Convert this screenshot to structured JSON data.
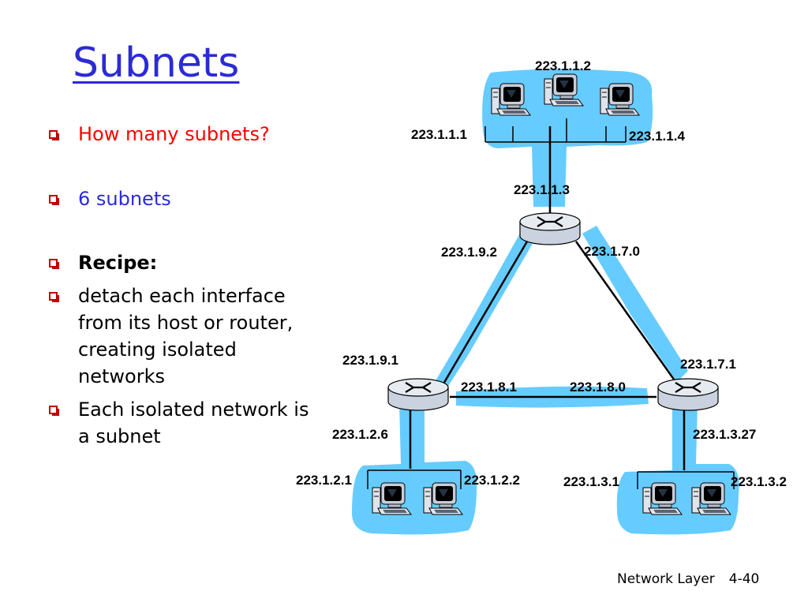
{
  "title": "Subnets",
  "bullets": [
    {
      "text": "How many subnets?"
    },
    {
      "text": "6 subnets"
    },
    {
      "text": "Recipe:"
    },
    {
      "text": "detach each interface from its host or router, creating isolated networks"
    },
    {
      "text": "Each isolated network is a subnet"
    }
  ],
  "diagram": {
    "labels": {
      "top_host_center": "223.1.1.2",
      "top_host_left": "223.1.1.1",
      "top_host_right": "223.1.1.4",
      "top_router": "223.1.1.3",
      "top_router_left": "223.1.9.2",
      "top_router_right": "223.1.7.0",
      "left_router_up": "223.1.9.1",
      "right_router_up": "223.1.7.1",
      "left_router_link": "223.1.8.1",
      "right_router_link": "223.1.8.0",
      "left_router_down": "223.1.2.6",
      "right_router_down": "223.1.3.27",
      "bl_host_left": "223.1.2.1",
      "bl_host_right": "223.1.2.2",
      "br_host_left": "223.1.3.1",
      "br_host_right": "223.1.3.2"
    }
  },
  "footer": {
    "section": "Network Layer",
    "page": "4-40"
  },
  "colors": {
    "title": "#2b2bd6",
    "highlight": "#66ccff",
    "question": "#ff0000",
    "bullet_marker": "#c00000"
  },
  "icons": [
    "desktop-computer-icon",
    "router-icon",
    "square-bullet-icon"
  ]
}
